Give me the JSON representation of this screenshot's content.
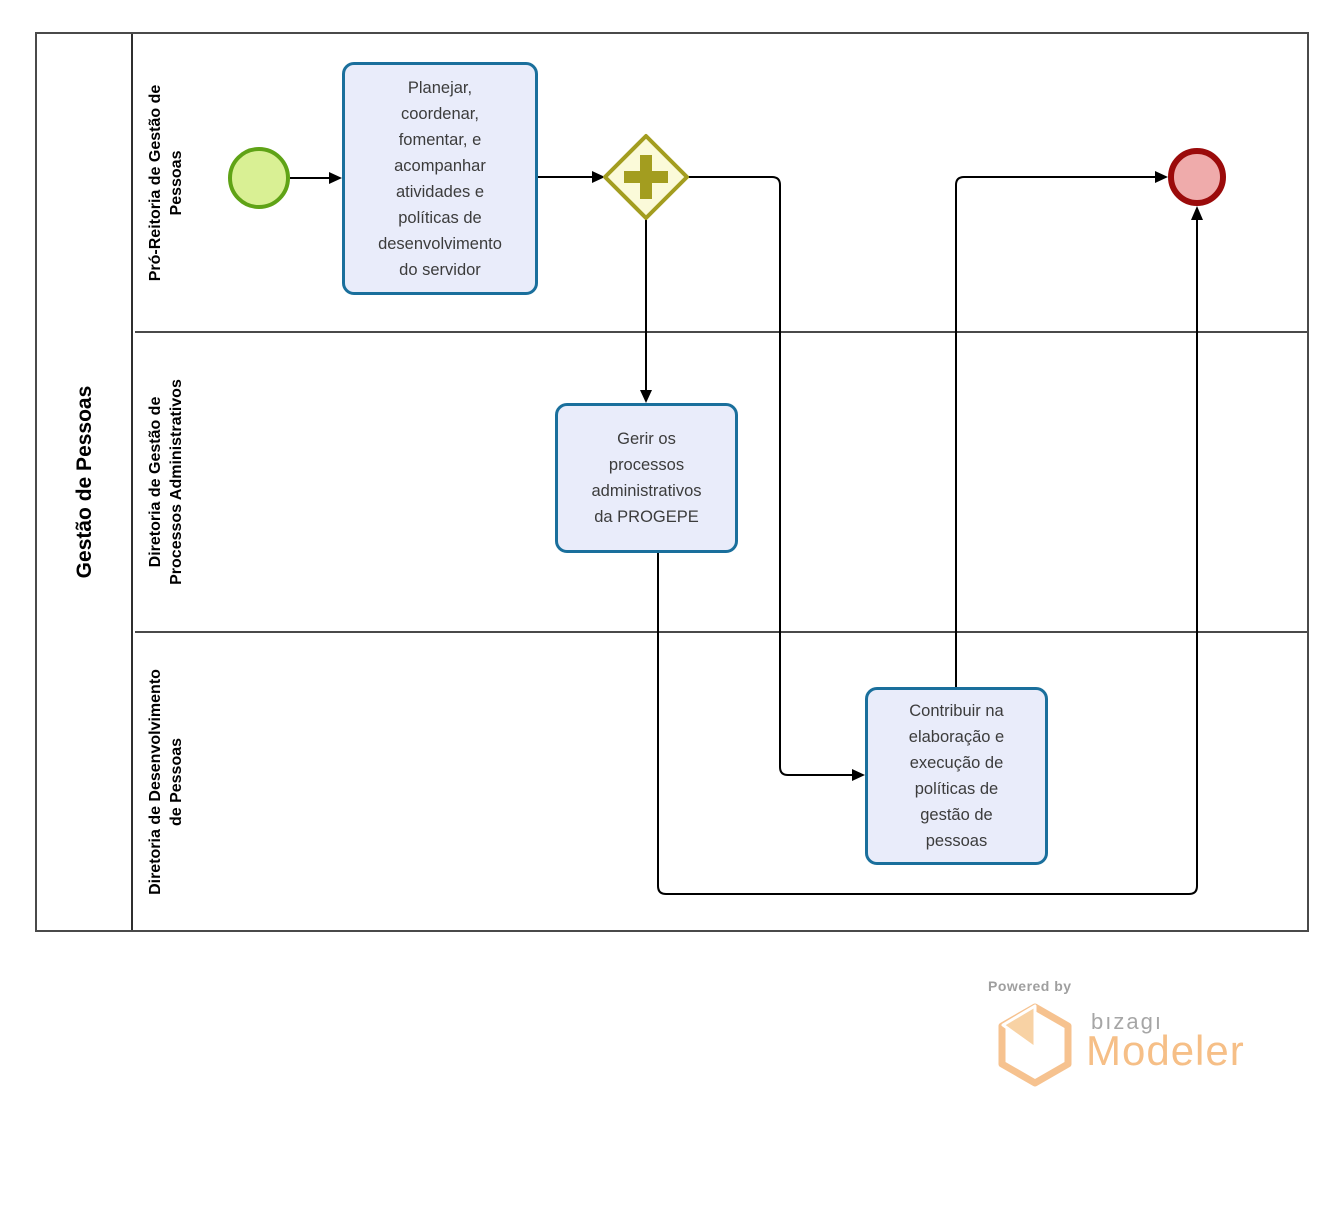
{
  "pool": {
    "title": "Gestão de Pessoas",
    "lanes": [
      {
        "label": "Pró-Reitoria de Gestão de\nPessoas"
      },
      {
        "label": "Diretoria de Gestão de\nProcessos Administrativos"
      },
      {
        "label": "Diretoria de Desenvolvimento\nde Pessoas"
      }
    ]
  },
  "nodes": {
    "start_event": "start",
    "task1": "Planejar,\ncoordenar,\nfomentar, e\nacompanhar\natividades e\npolíticas de\ndesenvolvimento\ndo servidor",
    "task2": "Gerir os\nprocessos\nadministrativos\nda PROGEPE",
    "task3": "Contribuir na\nelaboração e\nexecução de\npolíticas de\ngestão de\npessoas",
    "gateway": "parallel",
    "end_event": "end"
  },
  "colors": {
    "task_border": "#1a6f9c",
    "task_fill": "#e9ecfa",
    "start_border": "#5fa316",
    "start_fill": "#d9f094",
    "end_border": "#9b0b0b",
    "end_fill": "#efabab",
    "gateway_border": "#a39d1f",
    "gateway_fill": "#fbfad9",
    "lane_border": "#4a4a4a",
    "flow_line": "#000000",
    "brand_orange": "#f6bf87",
    "brand_gray": "#a6a6a6"
  },
  "branding": {
    "powered_by": "Powered by",
    "brand": "bızagı",
    "product": "Modeler"
  }
}
